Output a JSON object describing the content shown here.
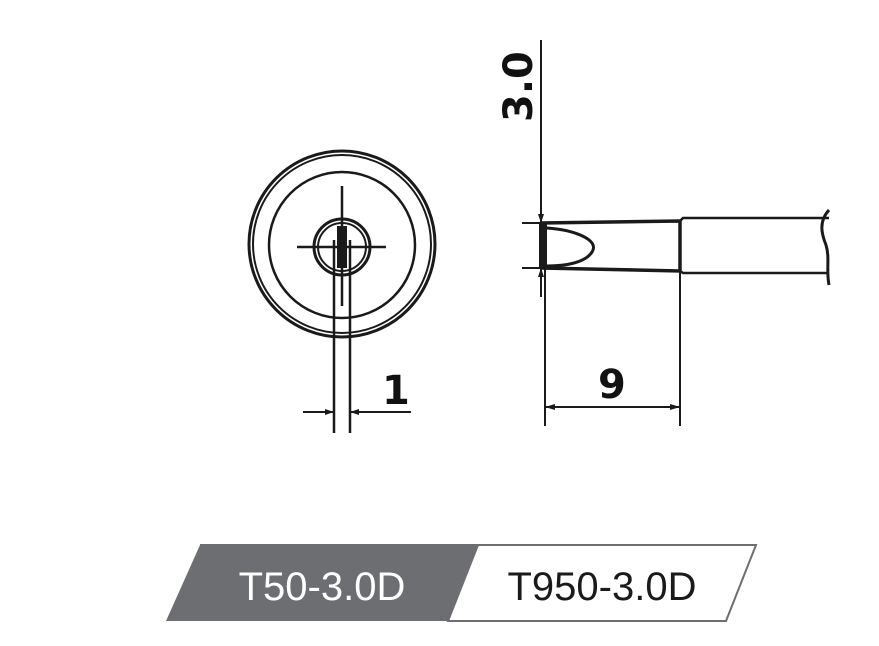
{
  "drawing": {
    "dimension_diameter": "1",
    "dimension_width": "3.0",
    "dimension_length": "9"
  },
  "labels": {
    "model_a": "T50-3.0D",
    "model_b": "T950-3.0D"
  },
  "colors": {
    "line": "#1a1a1a",
    "label_a_bg": "#6d6e71",
    "label_a_text": "#ffffff",
    "label_b_bg": "#ffffff",
    "label_b_text": "#1a1a1a"
  }
}
